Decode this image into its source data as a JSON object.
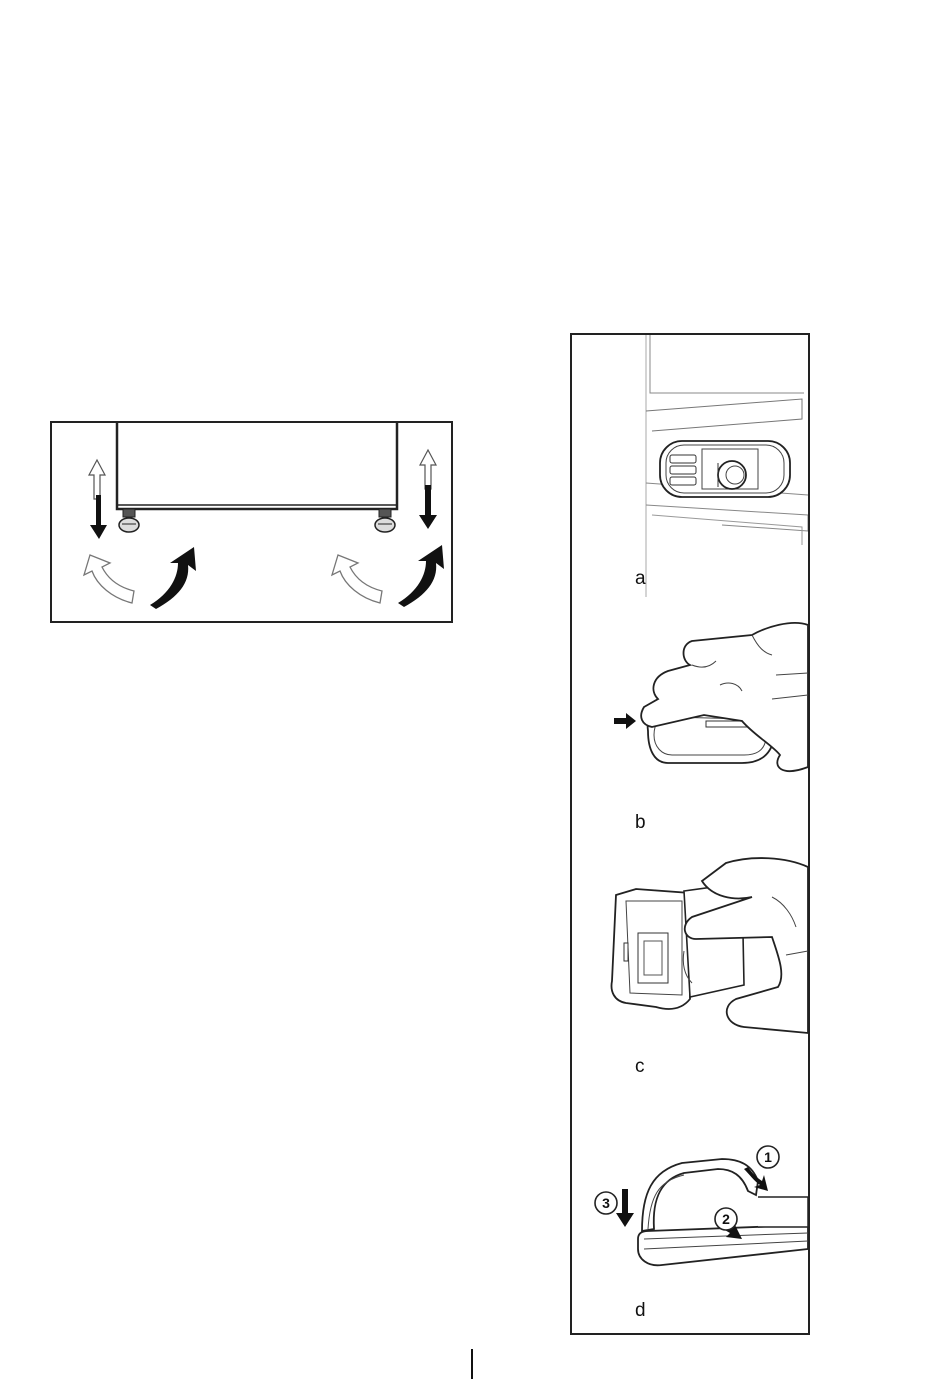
{
  "figure_right": {
    "panels": [
      {
        "label": "a"
      },
      {
        "label": "b"
      },
      {
        "label": "c"
      },
      {
        "label": "d"
      }
    ],
    "step_numbers": [
      "1",
      "2",
      "3"
    ]
  }
}
